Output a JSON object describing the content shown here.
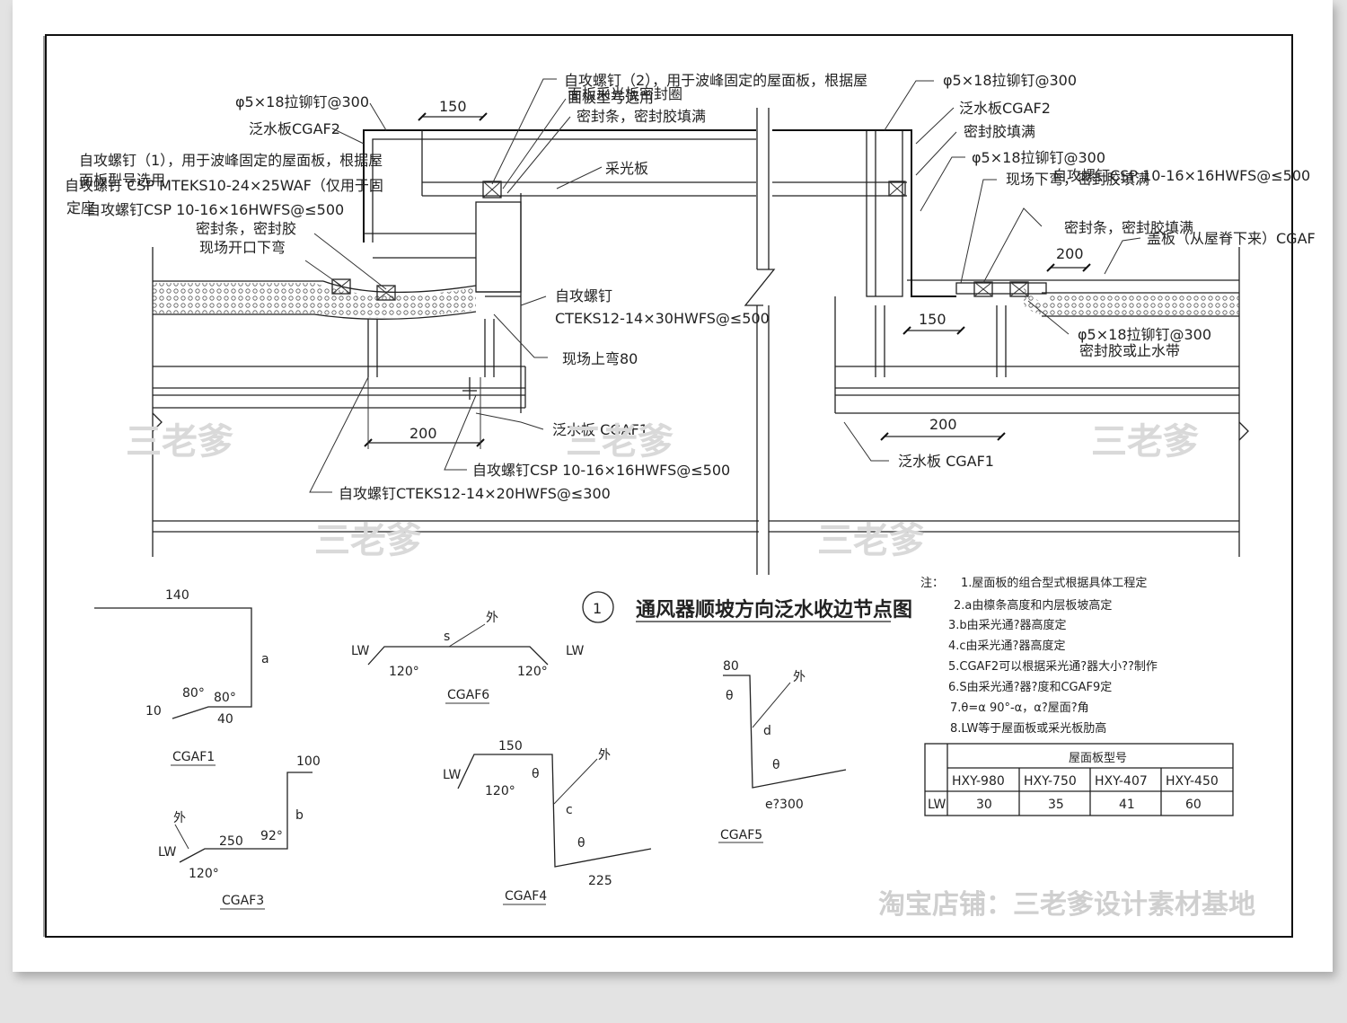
{
  "labels": {
    "rivet_l": "φ5×18拉铆钉@300",
    "cgaf2_l": "泛水板CGAF2",
    "screw1_l": "自攻螺钉（1），用于波峰固定的屋面板，根据屋",
    "screw1_l2": "面板型号选用",
    "screw1_l3": "自攻螺钉 CSP MTEKS10-24×25WAF（仅用于固",
    "screw1_l4": "定座",
    "screw_csp_l": "自攻螺钉CSP 10-16×16HWFS@≤500",
    "seal_l": "密封条，密封胶",
    "field_l": "现场开口下弯",
    "dim150_top": "150",
    "screw2": "自攻螺钉（2），用于波峰固定的屋面板，根据屋",
    "screw2b": "面板型号选用",
    "screw2c": "面板采光板密封圈",
    "seal_full": "密封条，密封胶填满",
    "skylight": "采光板",
    "screw_mid": "自攻螺钉",
    "screw_mid2": "CTEKS12-14×30HWFS@≤500",
    "bend80": "现场上弯80",
    "cgaf1_a": "泛水板 CGAF1",
    "dim200_a": "200",
    "screw_csp_a": "自攻螺钉CSP 10-16×16HWFS@≤500",
    "screw_cteks": "自攻螺钉CTEKS12-14×20HWFS@≤300",
    "rivet_r": "φ5×18拉铆钉@300",
    "cgaf2_r": "泛水板CGAF2",
    "sealant_r": "密封胶填满",
    "rivet_r2": "φ5×18拉铆钉@300",
    "field_r": "现场下弯，密封胶填满",
    "screw_r": "自攻螺钉CSP 10-16×16HWFS@≤500",
    "seal_r": "密封条，密封胶填满",
    "cover_r": "盖板（从屋脊下来）CGAF",
    "dim200_r": "200",
    "dim150_r": "150",
    "rivet_r3": "φ5×18拉铆钉@300",
    "seal_water": "密封胶或止水带",
    "dim200_b": "200",
    "cgaf1_b": "泛水板 CGAF1",
    "title_num": "1",
    "title": "通风器顺坡方向泛水收边节点图"
  },
  "notes": {
    "head": "注：",
    "items": [
      "1.屋面板的组合型式根据具体工程定",
      "2.a由檩条高度和内层板坡高定",
      "3.b由采光通?器高度定",
      "4.c由采光通?器高度定",
      "5.CGAF2可以根据采光通?器大小??制作",
      "6.S由采光通?器?度和CGAF9定",
      "7.θ=α 90°-α，α?屋面?角",
      "8.LW等于屋面板或采光板肋高"
    ]
  },
  "table": {
    "header": "屋面板型号",
    "row_label": "LW",
    "columns": [
      "HXY-980",
      "HXY-750",
      "HXY-407",
      "HXY-450"
    ],
    "values": [
      "30",
      "35",
      "41",
      "60"
    ]
  },
  "profiles": {
    "cgaf1": {
      "name": "CGAF1",
      "d140": "140",
      "a": "a",
      "a80a": "80°",
      "a80b": "80°",
      "d10": "10",
      "d40": "40"
    },
    "cgaf6": {
      "name": "CGAF6",
      "lw1": "LW",
      "lw2": "LW",
      "s": "s",
      "out": "外",
      "a120a": "120°",
      "a120b": "120°"
    },
    "cgaf5": {
      "name": "CGAF5",
      "d80": "80",
      "theta1": "θ",
      "theta2": "θ",
      "d": "d",
      "out": "外",
      "e": "e?300"
    },
    "cgaf3": {
      "name": "CGAF3",
      "d100": "100",
      "b": "b",
      "out": "外",
      "lw": "LW",
      "d250": "250",
      "a92": "92°",
      "a120": "120°"
    },
    "cgaf4": {
      "name": "CGAF4",
      "d150": "150",
      "lw": "LW",
      "a120": "120°",
      "theta1": "θ",
      "theta2": "θ",
      "out": "外",
      "c": "c",
      "d225": "225"
    }
  },
  "watermarks": {
    "mark": "三老爹",
    "shop": "淘宝店铺：三老爹设计素材基地"
  },
  "colors": {
    "background": "#e3e3e3",
    "paper": "#ffffff",
    "ink": "#222222",
    "watermark": "#d9d9d9"
  }
}
